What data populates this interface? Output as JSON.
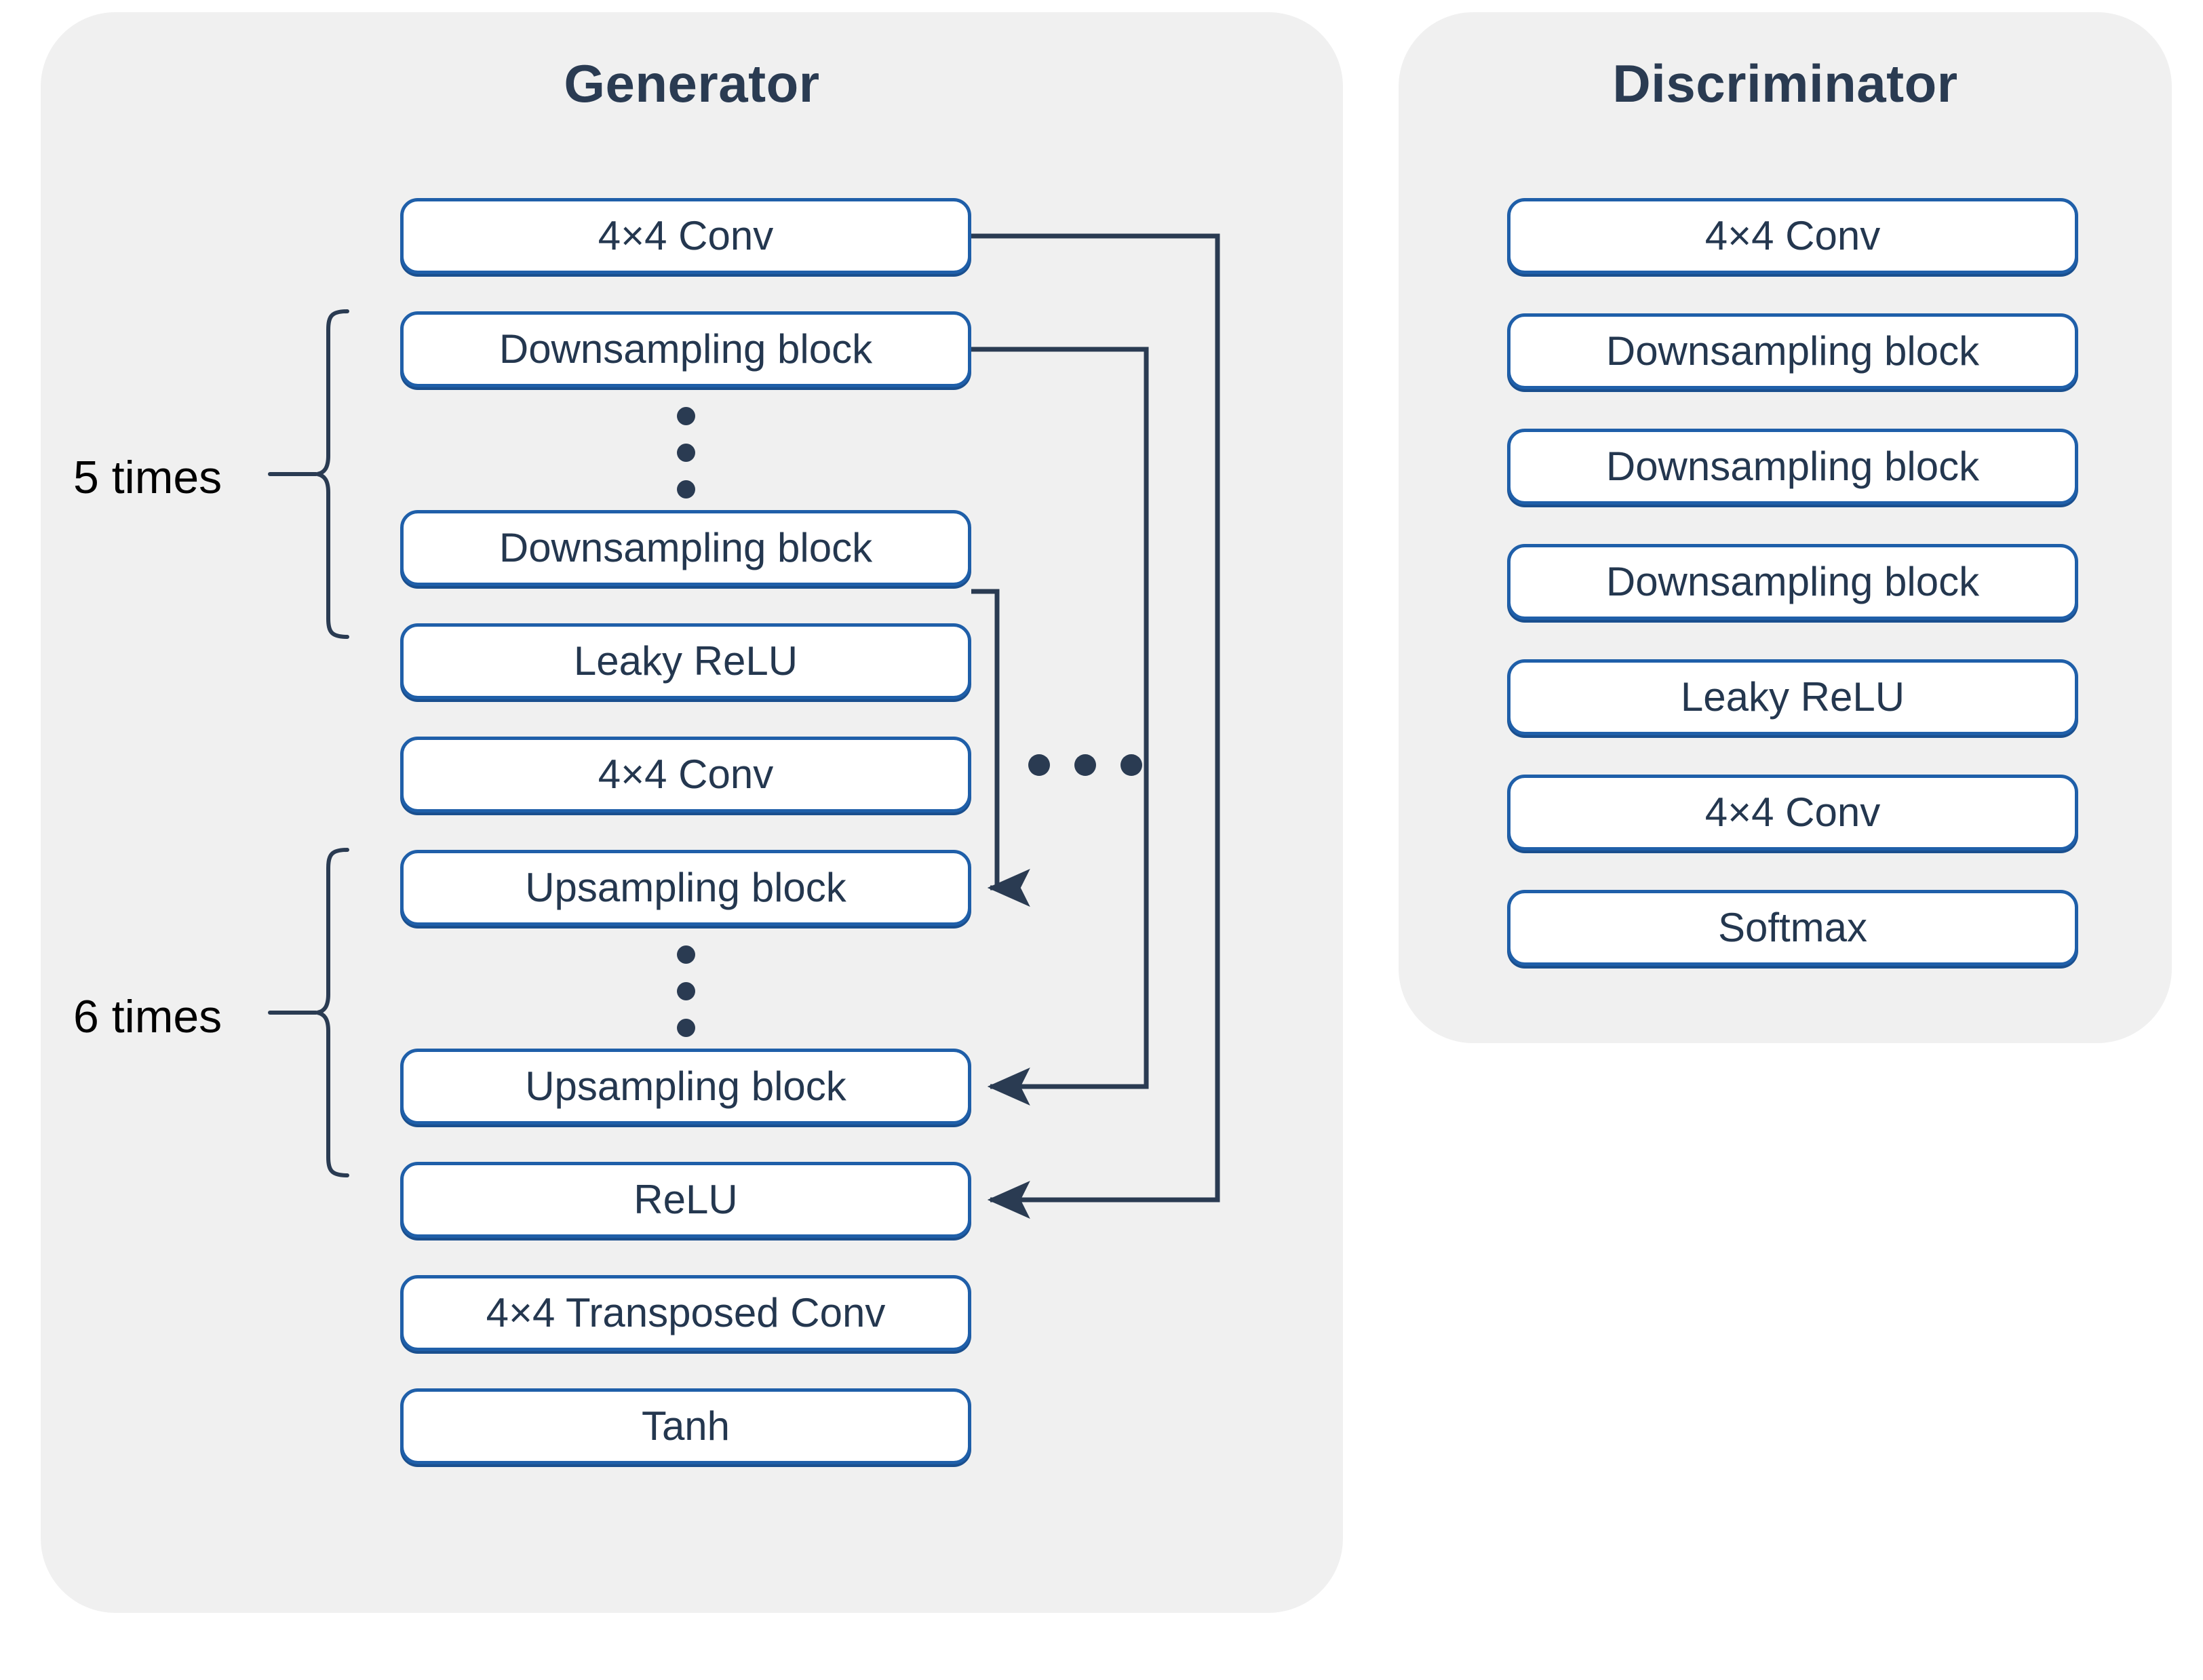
{
  "diagram": {
    "title_generator": "Generator",
    "title_discriminator": "Discriminator",
    "colors": {
      "panel_bg": "#f0f0f0",
      "block_border": "#1f5fa9",
      "block_fill": "#ffffff",
      "text": "#24374f",
      "title": "#2a3b52",
      "connector": "#2a3b52",
      "label": "#000000"
    }
  },
  "generator": {
    "title": "Generator",
    "blocks": [
      {
        "label": "4×4 Conv"
      },
      {
        "label": "Downsampling block"
      },
      {
        "label": "Downsampling block"
      },
      {
        "label": "Leaky ReLU"
      },
      {
        "label": "4×4 Conv"
      },
      {
        "label": "Upsampling block"
      },
      {
        "label": "Upsampling block"
      },
      {
        "label": "ReLU"
      },
      {
        "label": "4×4 Transposed Conv"
      },
      {
        "label": "Tanh"
      }
    ],
    "repeat_labels": [
      {
        "text": "5 times",
        "applies_to": "Downsampling block"
      },
      {
        "text": "6 times",
        "applies_to": "Upsampling block"
      }
    ],
    "ellipsis": [
      {
        "kind": "vertical",
        "dots": 3,
        "between": "Downsampling block stack"
      },
      {
        "kind": "vertical",
        "dots": 3,
        "between": "Upsampling block stack"
      },
      {
        "kind": "horizontal",
        "dots": 3,
        "between": "skip connections"
      }
    ],
    "skip_connections": [
      {
        "from": "4×4 Conv",
        "to": "ReLU"
      },
      {
        "from": "Downsampling block (first)",
        "to": "Upsampling block (last)"
      },
      {
        "from": "Downsampling block (last)",
        "to": "Upsampling block (first)"
      }
    ]
  },
  "discriminator": {
    "title": "Discriminator",
    "blocks": [
      {
        "label": "4×4 Conv"
      },
      {
        "label": "Downsampling block"
      },
      {
        "label": "Downsampling block"
      },
      {
        "label": "Downsampling block"
      },
      {
        "label": "Leaky ReLU"
      },
      {
        "label": "4×4 Conv"
      },
      {
        "label": "Softmax"
      }
    ]
  }
}
